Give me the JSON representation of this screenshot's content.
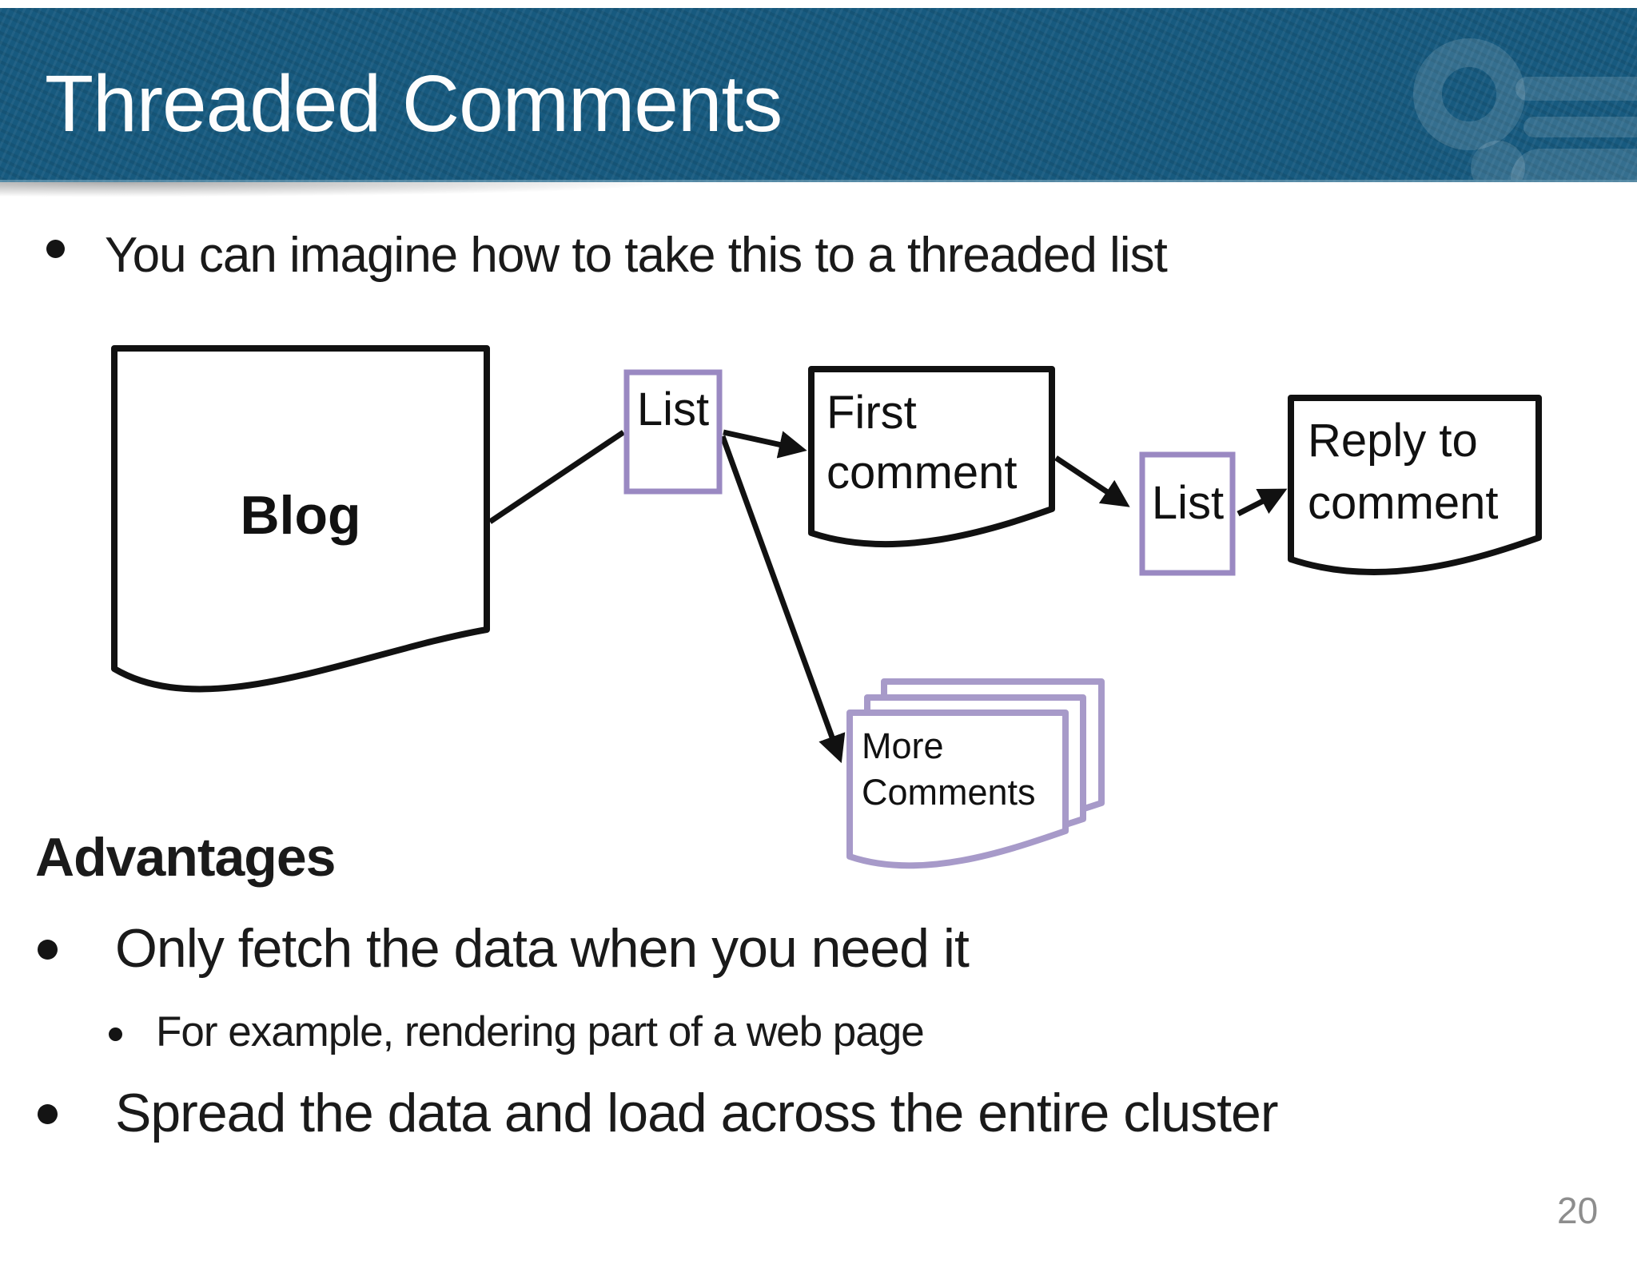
{
  "colors": {
    "header_bg": "#175a7f",
    "header_accent_edge": "#89b2c6",
    "purple": "#9a89c2",
    "purple_light": "#a79ac9",
    "line": "#111111",
    "text": "#1a1a1a",
    "page_number": "#8d8d8d"
  },
  "header": {
    "title": "Threaded Comments"
  },
  "content": {
    "bullet1": "You can imagine how to take this to a threaded list",
    "advantages_heading": "Advantages",
    "bullet2": "Only fetch the data when you need it",
    "sub_bullet": "For example, rendering part of a web page",
    "bullet3": "Spread the data and load across the entire cluster"
  },
  "diagram": {
    "blog_label": "Blog",
    "list_label_1": "List",
    "first_comment_label_line1": "First",
    "first_comment_label_line2": "comment",
    "list_label_2": "List",
    "reply_label_line1": "Reply to",
    "reply_label_line2": "comment",
    "more_comments_label_line1": "More",
    "more_comments_label_line2": "Comments"
  },
  "footer": {
    "page_number": "20"
  }
}
